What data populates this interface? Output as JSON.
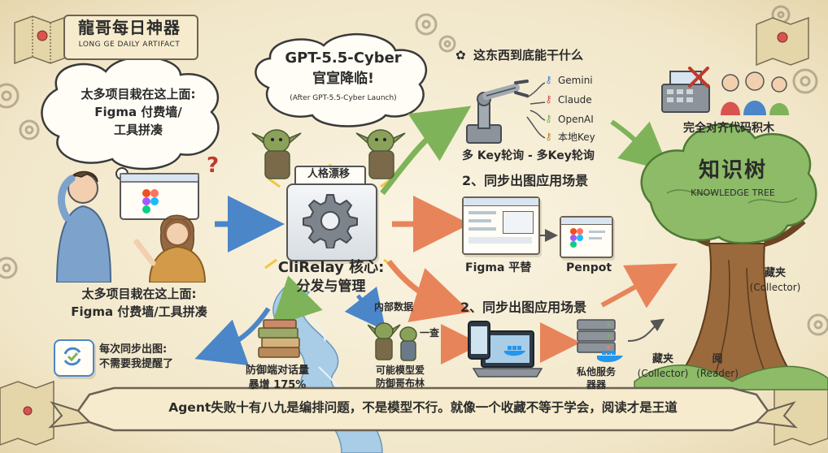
{
  "brand": {
    "title": "龍哥每日神器",
    "subtitle": "LONG GE DAILY ARTIFACT"
  },
  "bubble_top_left": {
    "lines": [
      "太多项目栽在这上面:",
      "Figma 付费墙/",
      "工具拼凑"
    ]
  },
  "bubble_top_center": {
    "line1": "GPT-5.5-Cyber",
    "line2": "官宣降临!",
    "line3": "(After GPT-5.5-Cyber Launch)"
  },
  "people_caption": {
    "line1": "太多项目栽在这上面:",
    "line2": "Figma 付费墙/工具拼凑"
  },
  "goblins_tag": "人格漂移",
  "core": {
    "line1": "CliRelay 核心:",
    "line2": "分发与管理"
  },
  "question_title": "这东西到底能干什么",
  "keys": [
    "Gemini",
    "Claude",
    "OpenAI",
    "本地Key"
  ],
  "multi_key_caption": "多 Key轮询 - 多Key轮询",
  "sync_heading_top": "2、同步出图应用场景",
  "figma_alt_label": "Figma 平替",
  "penpot_label": "Penpot",
  "sync_heading_bottom": "2、同步出图应用场景",
  "internal_data_label": "内部数据",
  "check_label": "一查",
  "model_love": {
    "line1": "可能模型爱",
    "line2": "防御哥布林"
  },
  "private_server": {
    "line1": "私他服务",
    "line2": "器器"
  },
  "defense_caption": {
    "line1": "防御端对话量",
    "line2": "暴增 175%"
  },
  "sync_reminder": {
    "line1": "每次同步出图:",
    "line2": "不需要我提醒了"
  },
  "lego_caption": "完全对齐代码积木",
  "tree": {
    "title": "知识树",
    "subtitle": "KNOWLEDGE TREE"
  },
  "collector_right": {
    "line1": "藏夹",
    "line2": "(Collector)"
  },
  "collector_bottom": {
    "line1": "藏夹",
    "line2": "(Collector)"
  },
  "reader": {
    "line1": "阅",
    "line2": "(Reader)"
  },
  "banner": "Agent失败十有八九是编排问题，不是模型不行。就像一个收藏不等于学会，阅读才是王道",
  "colors": {
    "accent_blue": "#4a86c8",
    "accent_green": "#7fb35a",
    "accent_orange": "#e8845a",
    "parchment": "#f3ead2",
    "ink": "#2b2b2b"
  }
}
